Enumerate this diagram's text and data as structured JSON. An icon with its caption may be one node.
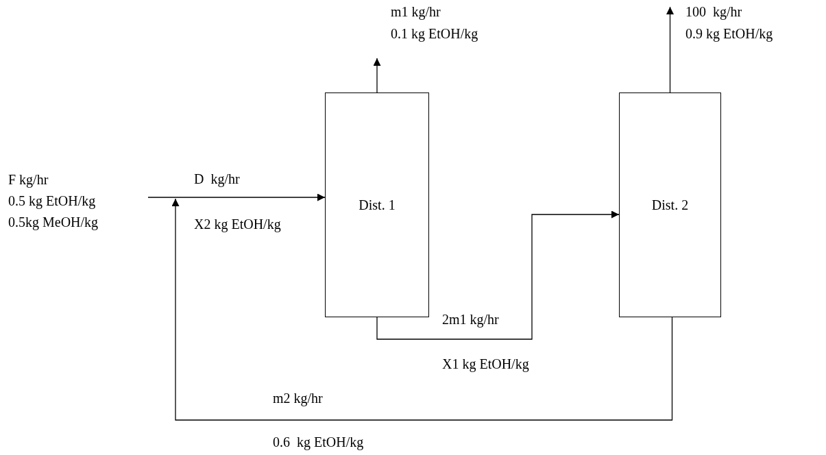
{
  "diagram": {
    "nodes": [
      {
        "text": [
          "Dist. 1"
        ]
      },
      {
        "text": [
          "Dist. 2"
        ]
      }
    ],
    "edges": [
      {
        "from": null,
        "to": 0,
        "arrow": "to"
      },
      {
        "from": 0,
        "to": null,
        "arrow": "to"
      },
      {
        "from": 0,
        "to": 1,
        "arrow": "to"
      },
      {
        "from": 1,
        "to": null,
        "arrow": "to"
      },
      {
        "from": 1,
        "to": null,
        "arrow": "to"
      }
    ],
    "labels": [
      "m1 kg/hr",
      "0.1 kg EtOH/kg",
      "100  kg/hr",
      "0.9 kg EtOH/kg",
      "F kg/hr",
      "0.5 kg EtOH/kg",
      "0.5kg MeOH/kg",
      "D  kg/hr",
      "X2 kg EtOH/kg",
      "2m1 kg/hr",
      "X1 kg EtOH/kg",
      "m2 kg/hr",
      "0.6  kg EtOH/kg"
    ]
  }
}
